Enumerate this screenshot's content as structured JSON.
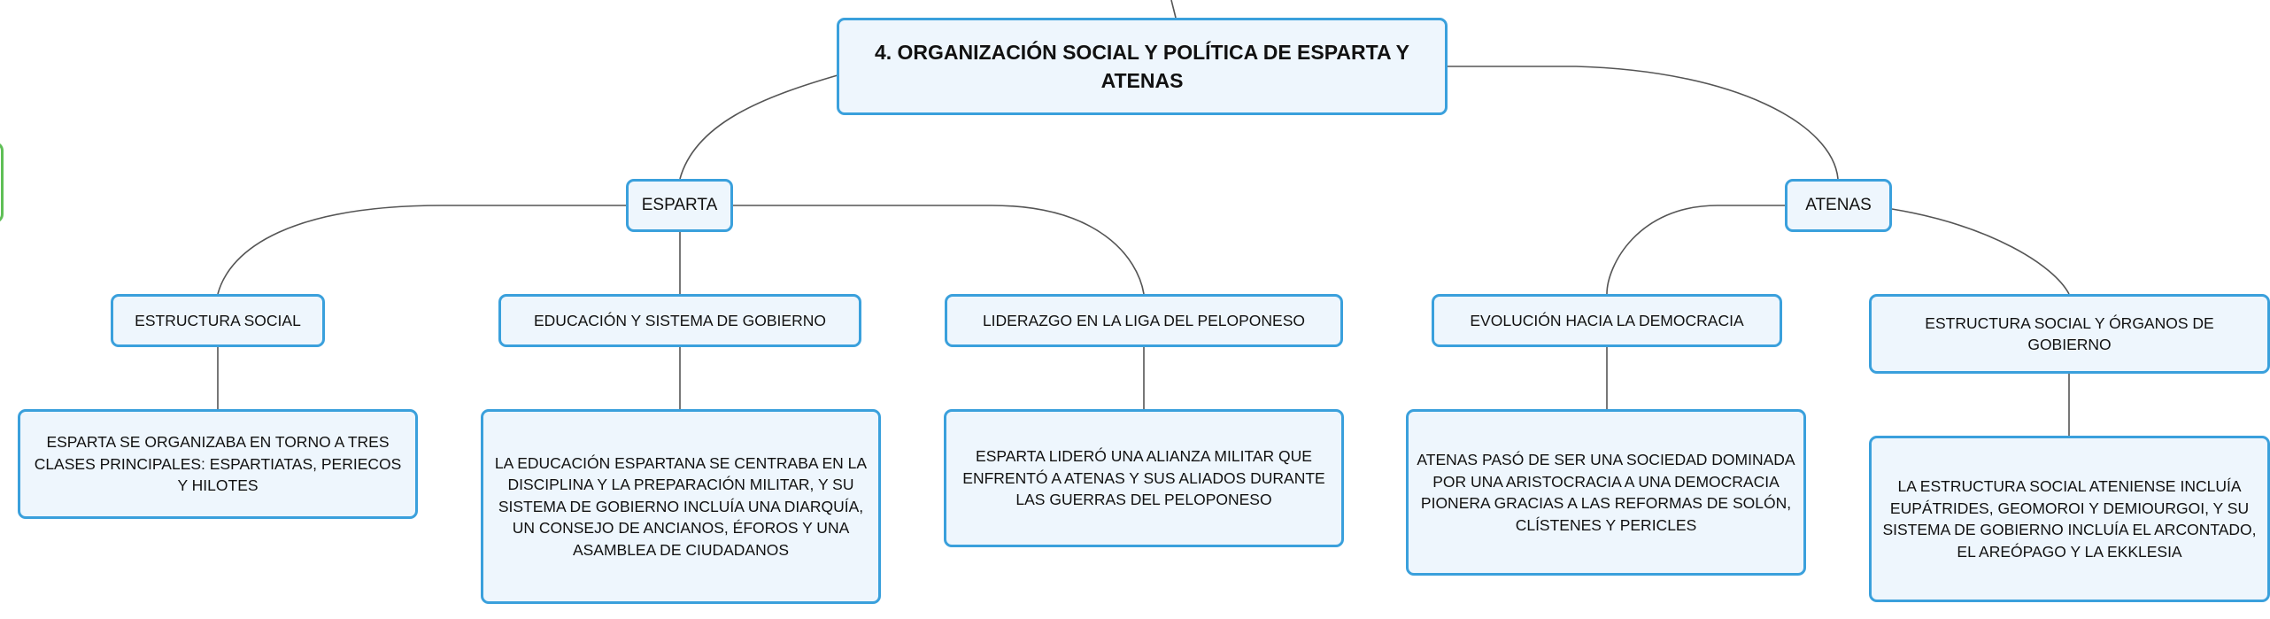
{
  "colors": {
    "node_fill": "#eef6fd",
    "node_border": "#3aa0dc",
    "connector": "#555555",
    "side_tab": "#5fbf56"
  },
  "diagram": {
    "root": "4. ORGANIZACIÓN SOCIAL Y POLÍTICA DE ESPARTA Y ATENAS",
    "esparta": {
      "label": "ESPARTA",
      "children": [
        {
          "label": "ESTRUCTURA SOCIAL",
          "detail": "ESPARTA SE ORGANIZABA EN TORNO A TRES CLASES PRINCIPALES: ESPARTIATAS, PERIECOS Y HILOTES"
        },
        {
          "label": "EDUCACIÓN Y SISTEMA DE GOBIERNO",
          "detail": "LA EDUCACIÓN ESPARTANA SE CENTRABA EN LA DISCIPLINA Y LA PREPARACIÓN MILITAR, Y SU SISTEMA DE GOBIERNO INCLUÍA UNA DIARQUÍA, UN CONSEJO DE ANCIANOS, ÉFOROS Y UNA ASAMBLEA DE CIUDADANOS"
        },
        {
          "label": "LIDERAZGO EN LA LIGA DEL PELOPONESO",
          "detail": "ESPARTA LIDERÓ UNA ALIANZA MILITAR QUE ENFRENTÓ A ATENAS Y SUS ALIADOS DURANTE LAS GUERRAS DEL PELOPONESO"
        }
      ]
    },
    "atenas": {
      "label": "ATENAS",
      "children": [
        {
          "label": "EVOLUCIÓN HACIA LA DEMOCRACIA",
          "detail": "ATENAS PASÓ DE SER UNA SOCIEDAD DOMINADA POR UNA ARISTOCRACIA A UNA DEMOCRACIA PIONERA GRACIAS A LAS REFORMAS DE SOLÓN, CLÍSTENES Y PERICLES"
        },
        {
          "label": "ESTRUCTURA SOCIAL Y ÓRGANOS DE GOBIERNO",
          "detail": "LA ESTRUCTURA SOCIAL ATENIENSE INCLUÍA EUPÁTRIDES, GEOMOROI Y DEMIOURGOI, Y SU SISTEMA DE GOBIERNO INCLUÍA EL ARCONTADO, EL AREÓPAGO Y LA EKKLESIA"
        }
      ]
    }
  }
}
